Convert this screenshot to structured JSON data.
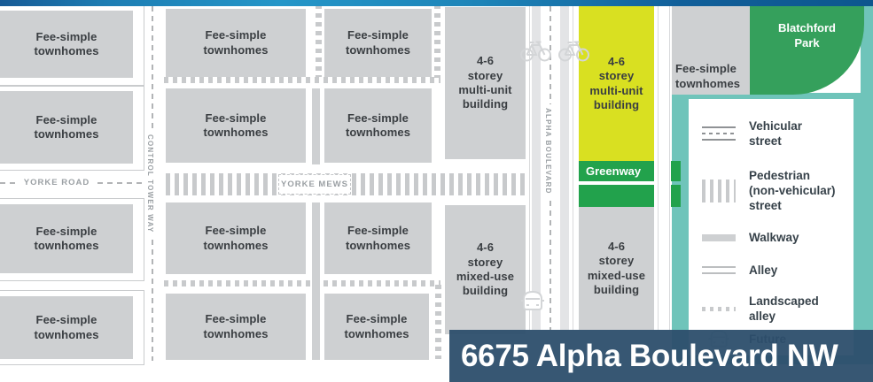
{
  "labels": {
    "townhomes": "Fee-simple\ntownhomes",
    "multi_unit": "4-6\nstorey\nmulti-unit\nbuilding",
    "mixed_use": "4-6\nstorey\nmixed-use\nbuilding",
    "greenway": "Greenway",
    "park": "Blatchford\nPark"
  },
  "streets": {
    "control_tower_way": "CONTROL TOWER WAY",
    "yorke_road": "YORKE ROAD",
    "yorke_mews": "YORKE MEWS",
    "alpha_boulevard": "ALPHA BOULEVARD"
  },
  "legend": {
    "items": [
      {
        "label": "Vehicular\nstreet"
      },
      {
        "label": "Pedestrian\n(non-vehicular)\nstreet"
      },
      {
        "label": "Walkway"
      },
      {
        "label": "Alley"
      },
      {
        "label": "Landscaped\nalley"
      },
      {
        "label": "Future"
      }
    ]
  },
  "banner": {
    "title": "6675 Alpha Boulevard NW"
  },
  "colors": {
    "block_gray": "#ced0d2",
    "yellow": "#d9e021",
    "green": "#22a24c",
    "park_green": "#35a05c",
    "teal": "#6fc4ba",
    "banner_blue": "rgba(44,78,108,0.95)"
  }
}
